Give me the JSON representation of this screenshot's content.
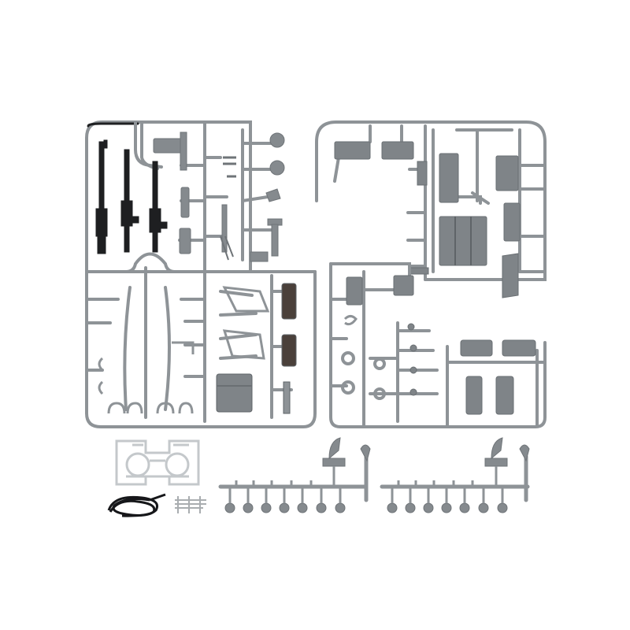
{
  "colors": {
    "background": "#ffffff",
    "sprue_plastic": "#8e9397",
    "sprue_dark": "#6f7478",
    "sprue_light": "#a9adb0",
    "black_plastic": "#1e1f21",
    "clear_part": "#c4c8cb",
    "brown_part": "#4a403a",
    "cord": "#16171a"
  },
  "parts": {
    "sprue_tree_1": "gun-sprue",
    "sprue_tree_2": "hull-detail-sprue",
    "sprue_tree_3": "crew-accessory-sprue",
    "sprue_tree_4": "stowage-sprue",
    "runner_1": "wheel-runner-left",
    "runner_2": "wheel-runner-right",
    "photo_etch": "etched-fret",
    "tow_cable": "black-cord",
    "wire_part": "wire-bracket"
  }
}
